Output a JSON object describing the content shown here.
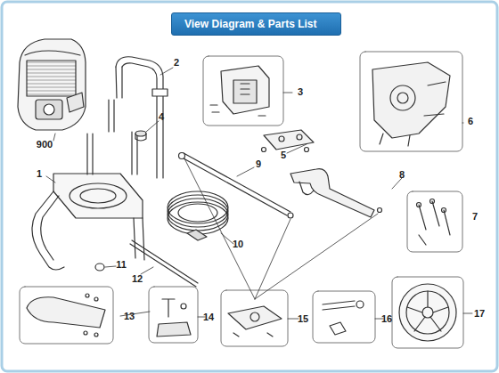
{
  "diagram": {
    "nodes": [
      {
        "text": [
          "View Diagram & Parts List"
        ]
      }
    ],
    "labels": [
      "900",
      "1",
      "2",
      "3",
      "4",
      "5",
      "6",
      "7",
      "8",
      "9",
      "10",
      "11",
      "12",
      "13",
      "14",
      "15",
      "16",
      "17"
    ]
  }
}
